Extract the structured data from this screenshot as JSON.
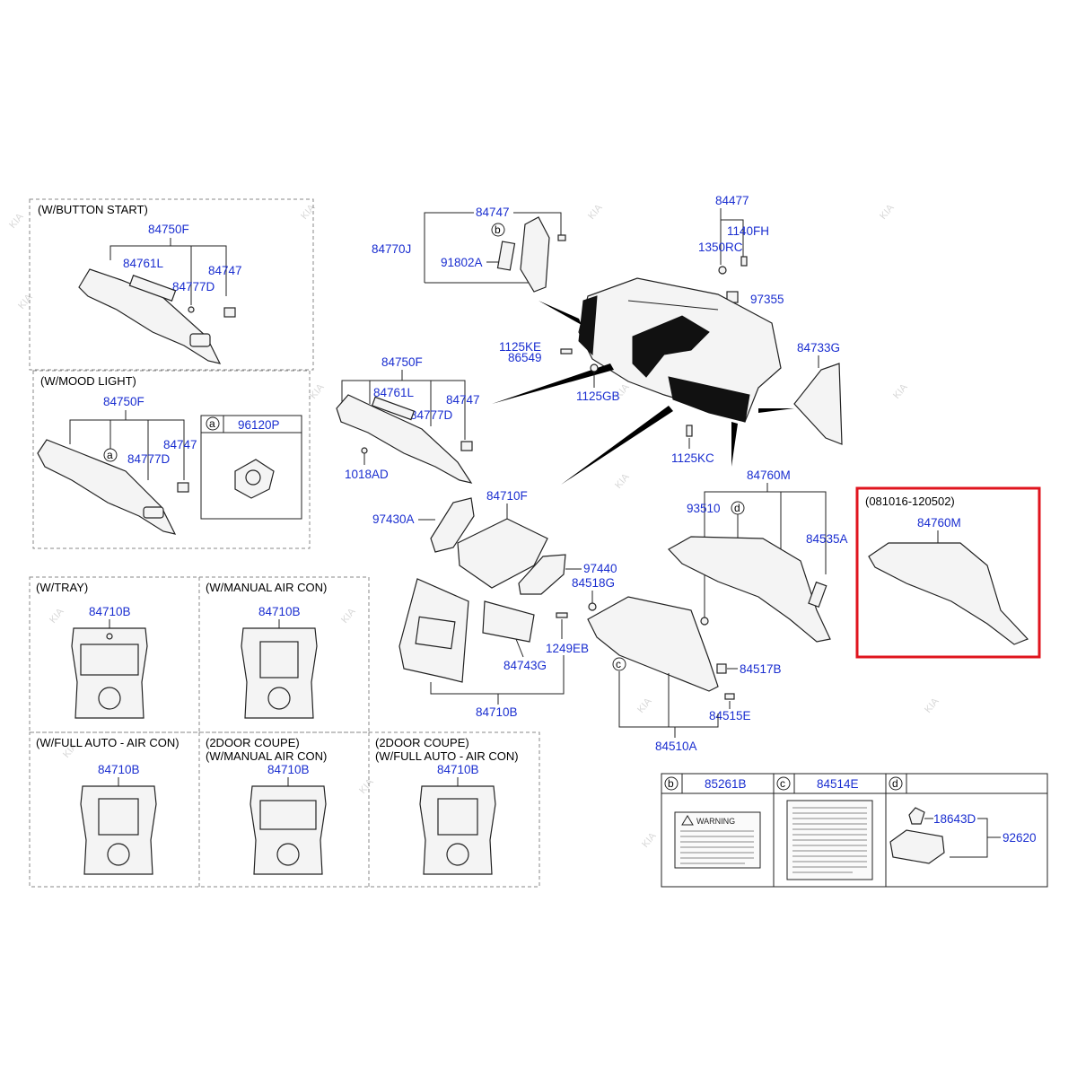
{
  "variants": {
    "button_start": "(W/BUTTON START)",
    "mood_light": "(W/MOOD LIGHT)",
    "tray": "(W/TRAY)",
    "manual_air": "(W/MANUAL AIR CON)",
    "full_auto": "(W/FULL AUTO - AIR CON)",
    "coupe_manual_1": "(2DOOR COUPE)",
    "coupe_manual_2": "(W/MANUAL AIR CON)",
    "coupe_auto_1": "(2DOOR COUPE)",
    "coupe_auto_2": "(W/FULL AUTO - AIR CON)",
    "date_range": "(081016-120502)"
  },
  "circle_markers": {
    "a": "a",
    "b": "b",
    "c": "c",
    "d": "d"
  },
  "part_numbers": {
    "p84750F": "84750F",
    "p84761L": "84761L",
    "p84747": "84747",
    "p84777D": "84777D",
    "p96120P": "96120P",
    "p84770J": "84770J",
    "p91802A": "91802A",
    "p84477": "84477",
    "p1140FH": "1140FH",
    "p1350RC": "1350RC",
    "p97355": "97355",
    "p1125KE": "1125KE",
    "p86549": "86549",
    "p1125GB": "1125GB",
    "p84733G": "84733G",
    "p1125KC": "1125KC",
    "p1018AD": "1018AD",
    "p84760M": "84760M",
    "p93510": "93510",
    "p84535A": "84535A",
    "p97430A": "97430A",
    "p84710F": "84710F",
    "p97440": "97440",
    "p84518G": "84518G",
    "p1249EB": "1249EB",
    "p84743G": "84743G",
    "p84710B": "84710B",
    "p84517B": "84517B",
    "p84515E": "84515E",
    "p84510A": "84510A",
    "p85261B": "85261B",
    "p84514E": "84514E",
    "p18643D": "18643D",
    "p92620": "92620"
  },
  "label_text": {
    "warning": "WARNING"
  },
  "watermark": "KIA",
  "colors": {
    "part_label": "#1a2ed0",
    "highlight_box": "#e0141e"
  }
}
